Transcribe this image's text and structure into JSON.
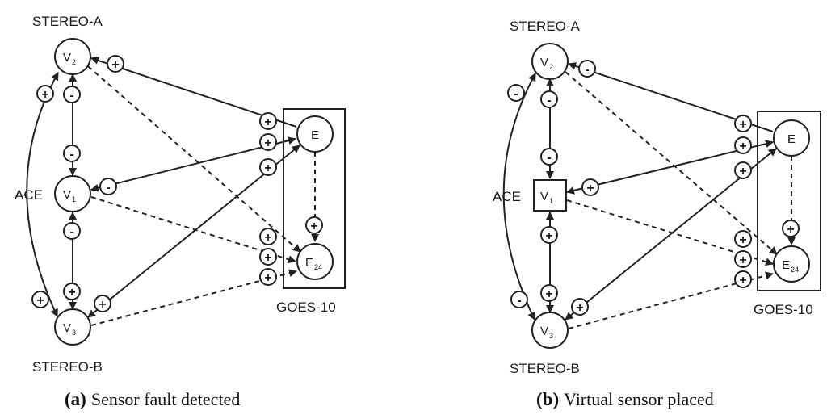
{
  "panels": [
    {
      "id": "a",
      "caption_letter": "(a)",
      "caption_text": "Sensor fault detected",
      "labels": {
        "stereo_a": "STEREO-A",
        "ace": "ACE",
        "stereo_b": "STEREO-B",
        "goes": "GOES-10"
      },
      "nodes": {
        "v2": {
          "main": "V",
          "sub": "2",
          "shape": "circle",
          "fill": "#e53d2f"
        },
        "v1": {
          "main": "V",
          "sub": "1",
          "shape": "circle",
          "fill": "#e53d2f"
        },
        "v3": {
          "main": "V",
          "sub": "3",
          "shape": "circle",
          "fill": "#ffffff"
        },
        "e": {
          "main": "E",
          "sub": "",
          "shape": "circle",
          "fill": "#ffffff"
        },
        "e24": {
          "main": "E",
          "sub": "24",
          "shape": "circle",
          "fill": "#ffffff"
        }
      },
      "signs": [
        "+",
        "-",
        "-",
        "-",
        "+",
        "-",
        "+",
        "+",
        "+",
        "+",
        "+",
        "+",
        "+",
        "+",
        "+"
      ]
    },
    {
      "id": "b",
      "caption_letter": "(b)",
      "caption_text": "Virtual sensor placed",
      "labels": {
        "stereo_a": "STEREO-A",
        "ace": "ACE",
        "stereo_b": "STEREO-B",
        "goes": "GOES-10"
      },
      "nodes": {
        "v2": {
          "main": "V",
          "sub": "2",
          "shape": "circle",
          "fill": "#e53d2f"
        },
        "v1": {
          "main": "V",
          "sub": "1",
          "shape": "square",
          "fill": "#ffffff"
        },
        "v3": {
          "main": "V",
          "sub": "3",
          "shape": "circle",
          "fill": "#ffffff"
        },
        "e": {
          "main": "E",
          "sub": "",
          "shape": "circle",
          "fill": "#ffffff"
        },
        "e24": {
          "main": "E",
          "sub": "24",
          "shape": "circle",
          "fill": "#ffffff"
        }
      },
      "signs": [
        "-",
        "-",
        "-",
        "-",
        "+",
        "+",
        "+",
        "+",
        "+",
        "+",
        "+",
        "+",
        "+",
        "+",
        "+"
      ]
    }
  ]
}
